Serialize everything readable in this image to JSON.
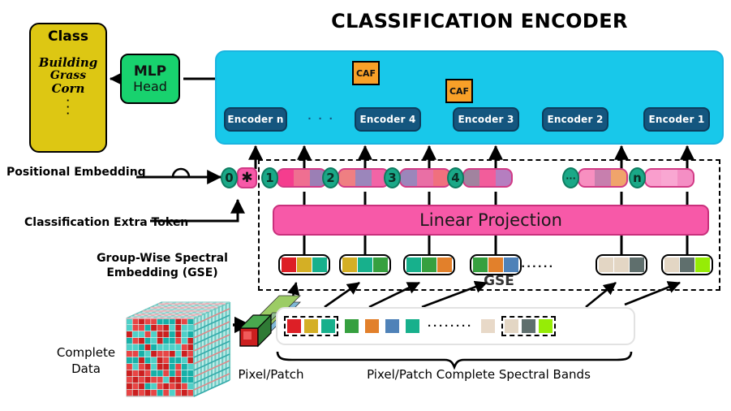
{
  "title": "CLASSIFICATION ENCODER",
  "class_box": {
    "heading": "Class",
    "items": [
      "Building",
      "Grass",
      "Corn"
    ],
    "ellipsis": "·\n·\n·",
    "color": "#ddc713"
  },
  "mlp_head": {
    "line1": "MLP",
    "line2": "Head",
    "color": "#18d26e"
  },
  "encoder_panel": {
    "color": "#18c8ea",
    "encoders": [
      {
        "label": "Encoder n"
      },
      {
        "label": "Encoder 4"
      },
      {
        "label": "Encoder 3"
      },
      {
        "label": "Encoder 2"
      },
      {
        "label": "Encoder 1"
      }
    ],
    "ellipsis": "· · ·",
    "caf_blocks": [
      {
        "label": "CAF"
      },
      {
        "label": "CAF"
      }
    ],
    "caf_color": "#f8a028",
    "encoder_box_color": "#14567f"
  },
  "tokens": {
    "cls_index": "0",
    "cls_star": "✱",
    "items": [
      {
        "badge": "1",
        "colors": [
          "#f53d8e",
          "#ef6f91",
          "#9b7fb5"
        ]
      },
      {
        "badge": "2",
        "colors": [
          "#ef7f82",
          "#9b86bb",
          "#f264a6"
        ]
      },
      {
        "badge": "3",
        "colors": [
          "#9b86bb",
          "#e96fa5",
          "#f0707e"
        ]
      },
      {
        "badge": "4",
        "colors": [
          "#a1839f",
          "#f25d9b",
          "#b57ec0"
        ]
      },
      {
        "badge": "···",
        "colors": [
          "#f78fc0",
          "#c77fae",
          "#f0a46b"
        ]
      },
      {
        "badge": "n",
        "colors": [
          "#f99ecd",
          "#f9a7d2",
          "#f48ec4"
        ]
      }
    ],
    "badge_color": "#1aa887",
    "patch_color": "#f759a8"
  },
  "linear_projection": {
    "label": "Linear Projection",
    "color": "#f759a8"
  },
  "gse_ghost_label": "GSE",
  "groups": {
    "boxes": [
      {
        "colors": [
          "#dd1f26",
          "#d4af25",
          "#17b08c"
        ]
      },
      {
        "colors": [
          "#d4af25",
          "#17b08c",
          "#36a03f"
        ]
      },
      {
        "colors": [
          "#17b08c",
          "#36a03f",
          "#e2802b"
        ]
      },
      {
        "colors": [
          "#36a03f",
          "#e2802b",
          "#4f82b8"
        ]
      },
      {
        "colors": [
          "#e3d6c4",
          "#e3d6c4",
          "#5f6f6d"
        ]
      },
      {
        "colors": [
          "#e3d6c4",
          "#5f6f6d",
          "#96ec06"
        ]
      }
    ],
    "ellipsis": "······"
  },
  "spectral_bands": {
    "group_first": [
      "#dd1f26",
      "#d4af25",
      "#17b08c"
    ],
    "middle": [
      "#36a03f",
      "#e2802b",
      "#4f82b8",
      "#17b08c"
    ],
    "ellipsis": "········",
    "tail_single": "#e8d9c8",
    "group_last": [
      "#e3d6c4",
      "#5f6f6d",
      "#96ec06"
    ]
  },
  "labels": {
    "positional_embedding": "Positional Embedding",
    "classification_extra_token": "Classification Extra Token",
    "gse_title_line1": "Group-Wise Spectral",
    "gse_title_line2": "Embedding (GSE)",
    "complete_data_line1": "Complete",
    "complete_data_line2": "Data",
    "pixel_patch": "Pixel/Patch",
    "pixel_patch_bands": "Pixel/Patch Complete Spectral Bands"
  }
}
